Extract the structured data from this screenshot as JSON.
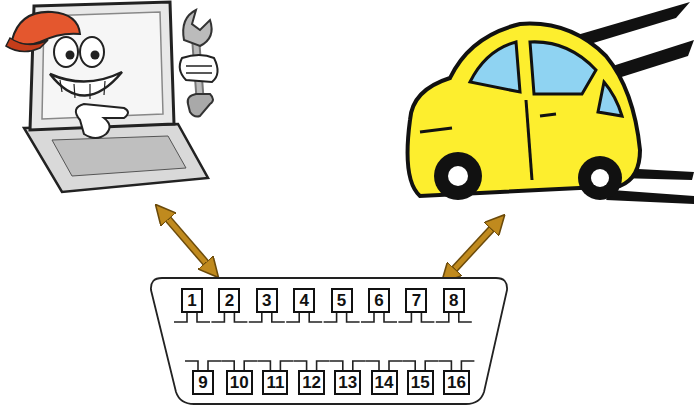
{
  "diagram": {
    "nodes": [
      {
        "text": [
          "1"
        ]
      },
      {
        "text": [
          "2"
        ]
      },
      {
        "text": [
          "3"
        ]
      },
      {
        "text": [
          "4"
        ]
      },
      {
        "text": [
          "5"
        ]
      },
      {
        "text": [
          "6"
        ]
      },
      {
        "text": [
          "7"
        ]
      },
      {
        "text": [
          "8"
        ]
      },
      {
        "text": [
          "9"
        ]
      },
      {
        "text": [
          "10"
        ]
      },
      {
        "text": [
          "11"
        ]
      },
      {
        "text": [
          "12"
        ]
      },
      {
        "text": [
          "13"
        ]
      },
      {
        "text": [
          "14"
        ]
      },
      {
        "text": [
          "15"
        ]
      },
      {
        "text": [
          "16"
        ]
      }
    ]
  }
}
